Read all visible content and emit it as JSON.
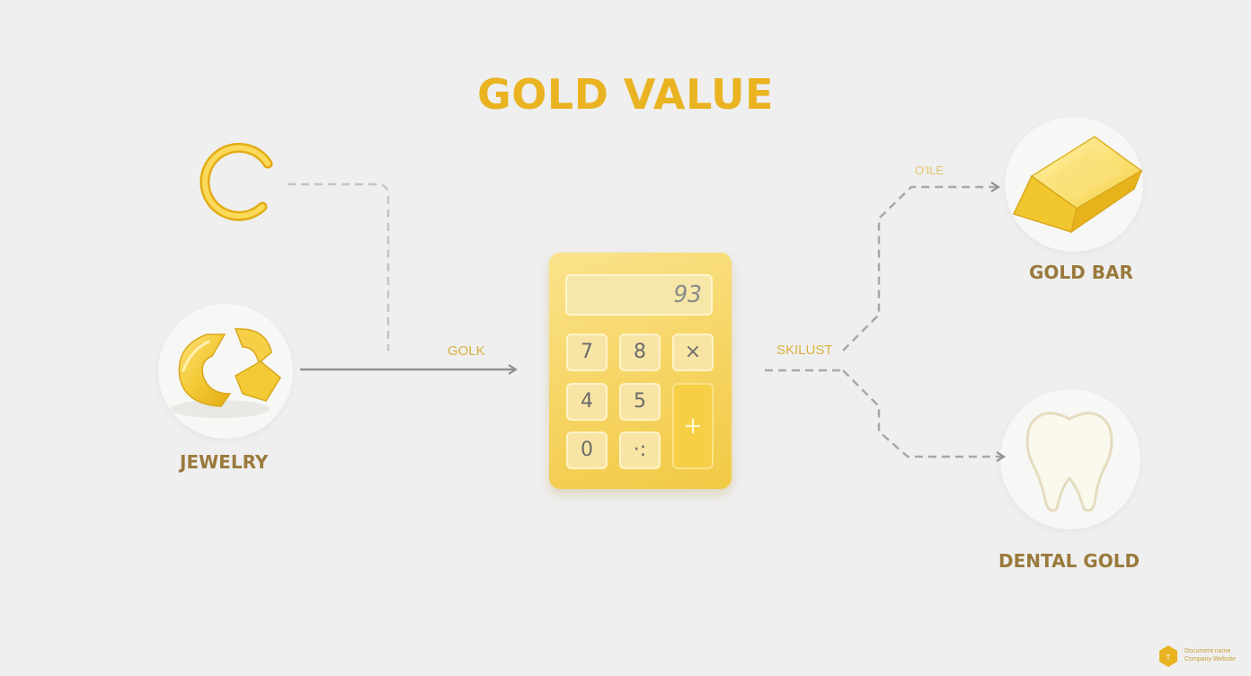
{
  "diagram": {
    "title": "GOLD VALUE",
    "nodes": {
      "jewelry": {
        "label": "JEWELRY"
      },
      "gold_bar": {
        "label": "GOLD BAR"
      },
      "dental_gold": {
        "label": "DENTAL GOLD"
      }
    },
    "edge_labels": {
      "input": "GOLK",
      "output": "SKILUST",
      "upper": "O'ILE"
    },
    "calculator": {
      "display": "93",
      "keys": [
        "7",
        "8",
        "×",
        "4",
        "5",
        "+",
        "0",
        "·:"
      ]
    },
    "watermark": {
      "line1": "Document name",
      "line2": "Company Website"
    }
  },
  "colors": {
    "title": "#e9b321",
    "label": "#9a7a3c",
    "gold": "#f4c936",
    "gold_dark": "#d9a91c",
    "connector": "#9e9e9e",
    "background": "#efefef"
  },
  "icons": [
    "ring-icon",
    "broken-ring-icon",
    "gold-bar-icon",
    "tooth-icon",
    "calculator-icon",
    "logo-icon"
  ]
}
